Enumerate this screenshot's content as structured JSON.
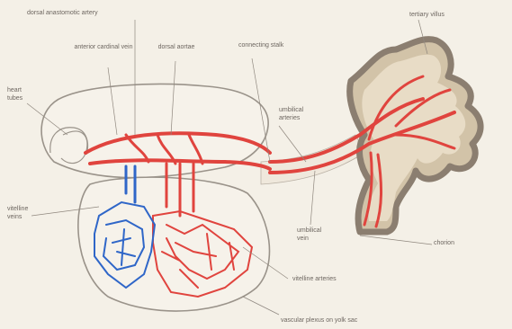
{
  "labels": {
    "dorsal_anastomosis": "dorsal anastomotic artery",
    "anterior_cardinal_vein": "anterior cardinal vein",
    "dorsal_aortae": "dorsal aortae",
    "heart_tubes": "heart tubes",
    "connecting_stalk": "connecting stalk",
    "umbilical_arteries": "umbilical arteries",
    "tertiary_villus": "tertiary villus",
    "vitelline_veins": "vitelline veins",
    "umbilical_vein": "umbilical vein",
    "chorion": "chorion",
    "vitelline_arteries": "vitelline arteries",
    "vascular_plexus": "vascular plexus on yolk sac"
  },
  "colors": {
    "artery": "#e0443e",
    "vein": "#2f66c8",
    "villus_wall": "#8b7e70",
    "villus_core": "#d2c3a8",
    "outline": "#9a938a",
    "label_text": "#6d6660"
  }
}
